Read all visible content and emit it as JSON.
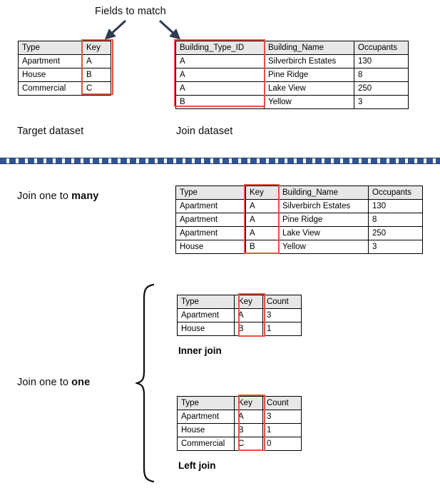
{
  "diagram": {
    "callout": "Fields to match",
    "target_caption": "Target dataset",
    "join_caption": "Join dataset",
    "one_to_many_prefix": "Join one to ",
    "one_to_many_emphasis": "many",
    "one_to_one_prefix": "Join one to ",
    "one_to_one_emphasis": "one",
    "inner_join_caption": "Inner join",
    "left_join_caption": "Left join",
    "accent_red": "#e8503c",
    "divider_blue": "#2f5597",
    "divider_blue_dark": "#1f3864",
    "header_gray": "#e7e7e7",
    "arrow_color": "#2f3b52"
  },
  "target_table": {
    "columns": [
      "Type",
      "Key"
    ],
    "rows": [
      [
        "Apartment",
        "A"
      ],
      [
        "House",
        "B"
      ],
      [
        "Commercial",
        "C"
      ]
    ]
  },
  "join_table": {
    "columns": [
      "Building_Type_ID",
      "Building_Name",
      "Occupants"
    ],
    "rows": [
      [
        "A",
        "Silverbirch Estates",
        "130"
      ],
      [
        "A",
        "Pine Ridge",
        "8"
      ],
      [
        "A",
        "Lake View",
        "250"
      ],
      [
        "B",
        "Yellow",
        "3"
      ]
    ]
  },
  "one_to_many_table": {
    "columns": [
      "Type",
      "Key",
      "Building_Name",
      "Occupants"
    ],
    "rows": [
      [
        "Apartment",
        "A",
        "Silverbirch Estates",
        "130"
      ],
      [
        "Apartment",
        "A",
        "Pine Ridge",
        "8"
      ],
      [
        "Apartment",
        "A",
        "Lake View",
        "250"
      ],
      [
        "House",
        "B",
        "Yellow",
        "3"
      ]
    ]
  },
  "inner_join_table": {
    "columns": [
      "Type",
      "Key",
      "Count"
    ],
    "rows": [
      [
        "Apartment",
        "A",
        "3"
      ],
      [
        "House",
        "B",
        "1"
      ]
    ]
  },
  "left_join_table": {
    "columns": [
      "Type",
      "Key",
      "Count"
    ],
    "rows": [
      [
        "Apartment",
        "A",
        "3"
      ],
      [
        "House",
        "B",
        "1"
      ],
      [
        "Commercial",
        "C",
        "0"
      ]
    ]
  }
}
